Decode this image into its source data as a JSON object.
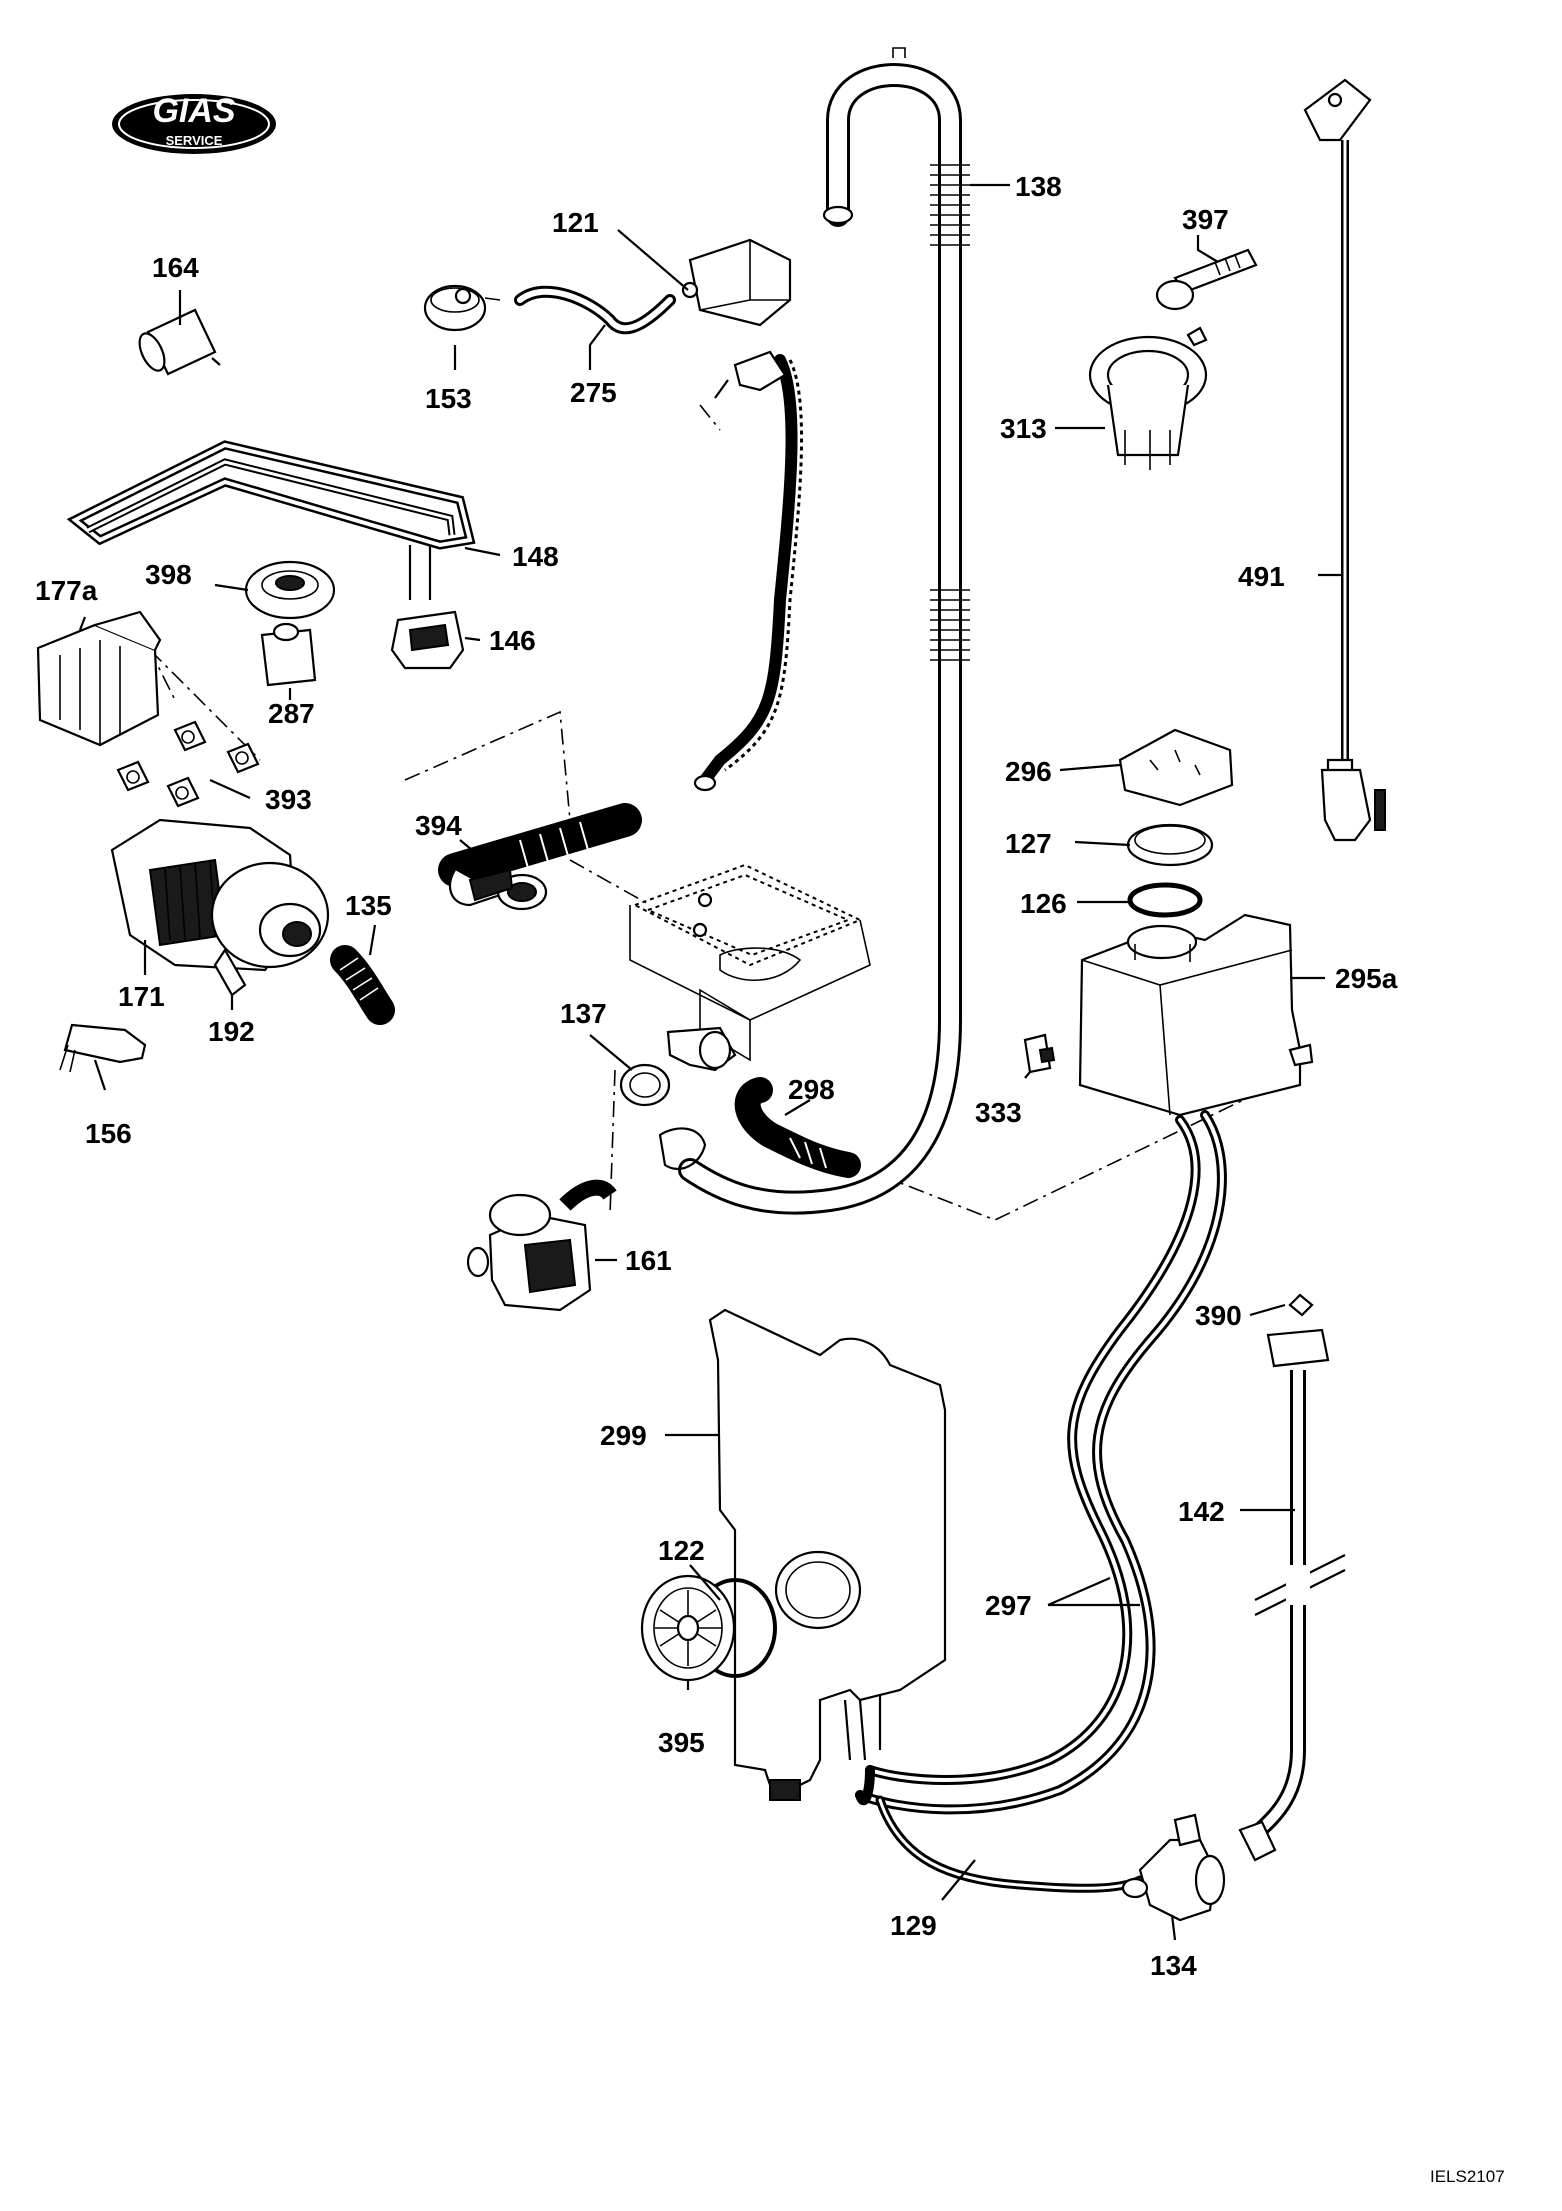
{
  "logo": {
    "brand": "GIAS",
    "sub": "SERVICE"
  },
  "drawing_code": "IELS2107",
  "parts": [
    {
      "id": "p121",
      "label": "121"
    },
    {
      "id": "p138",
      "label": "138"
    },
    {
      "id": "p397",
      "label": "397"
    },
    {
      "id": "p164",
      "label": "164"
    },
    {
      "id": "p153",
      "label": "153"
    },
    {
      "id": "p275",
      "label": "275"
    },
    {
      "id": "p313",
      "label": "313"
    },
    {
      "id": "p148",
      "label": "148"
    },
    {
      "id": "p398",
      "label": "398"
    },
    {
      "id": "p491",
      "label": "491"
    },
    {
      "id": "p177a",
      "label": "177a"
    },
    {
      "id": "p146",
      "label": "146"
    },
    {
      "id": "p287",
      "label": "287"
    },
    {
      "id": "p296",
      "label": "296"
    },
    {
      "id": "p393",
      "label": "393"
    },
    {
      "id": "p394",
      "label": "394"
    },
    {
      "id": "p127",
      "label": "127"
    },
    {
      "id": "p135",
      "label": "135"
    },
    {
      "id": "p126",
      "label": "126"
    },
    {
      "id": "p295a",
      "label": "295a"
    },
    {
      "id": "p171",
      "label": "171"
    },
    {
      "id": "p192",
      "label": "192"
    },
    {
      "id": "p137",
      "label": "137"
    },
    {
      "id": "p298",
      "label": "298"
    },
    {
      "id": "p333",
      "label": "333"
    },
    {
      "id": "p156",
      "label": "156"
    },
    {
      "id": "p161",
      "label": "161"
    },
    {
      "id": "p390",
      "label": "390"
    },
    {
      "id": "p299",
      "label": "299"
    },
    {
      "id": "p142",
      "label": "142"
    },
    {
      "id": "p122",
      "label": "122"
    },
    {
      "id": "p297",
      "label": "297"
    },
    {
      "id": "p395",
      "label": "395"
    },
    {
      "id": "p129",
      "label": "129"
    },
    {
      "id": "p134",
      "label": "134"
    }
  ]
}
